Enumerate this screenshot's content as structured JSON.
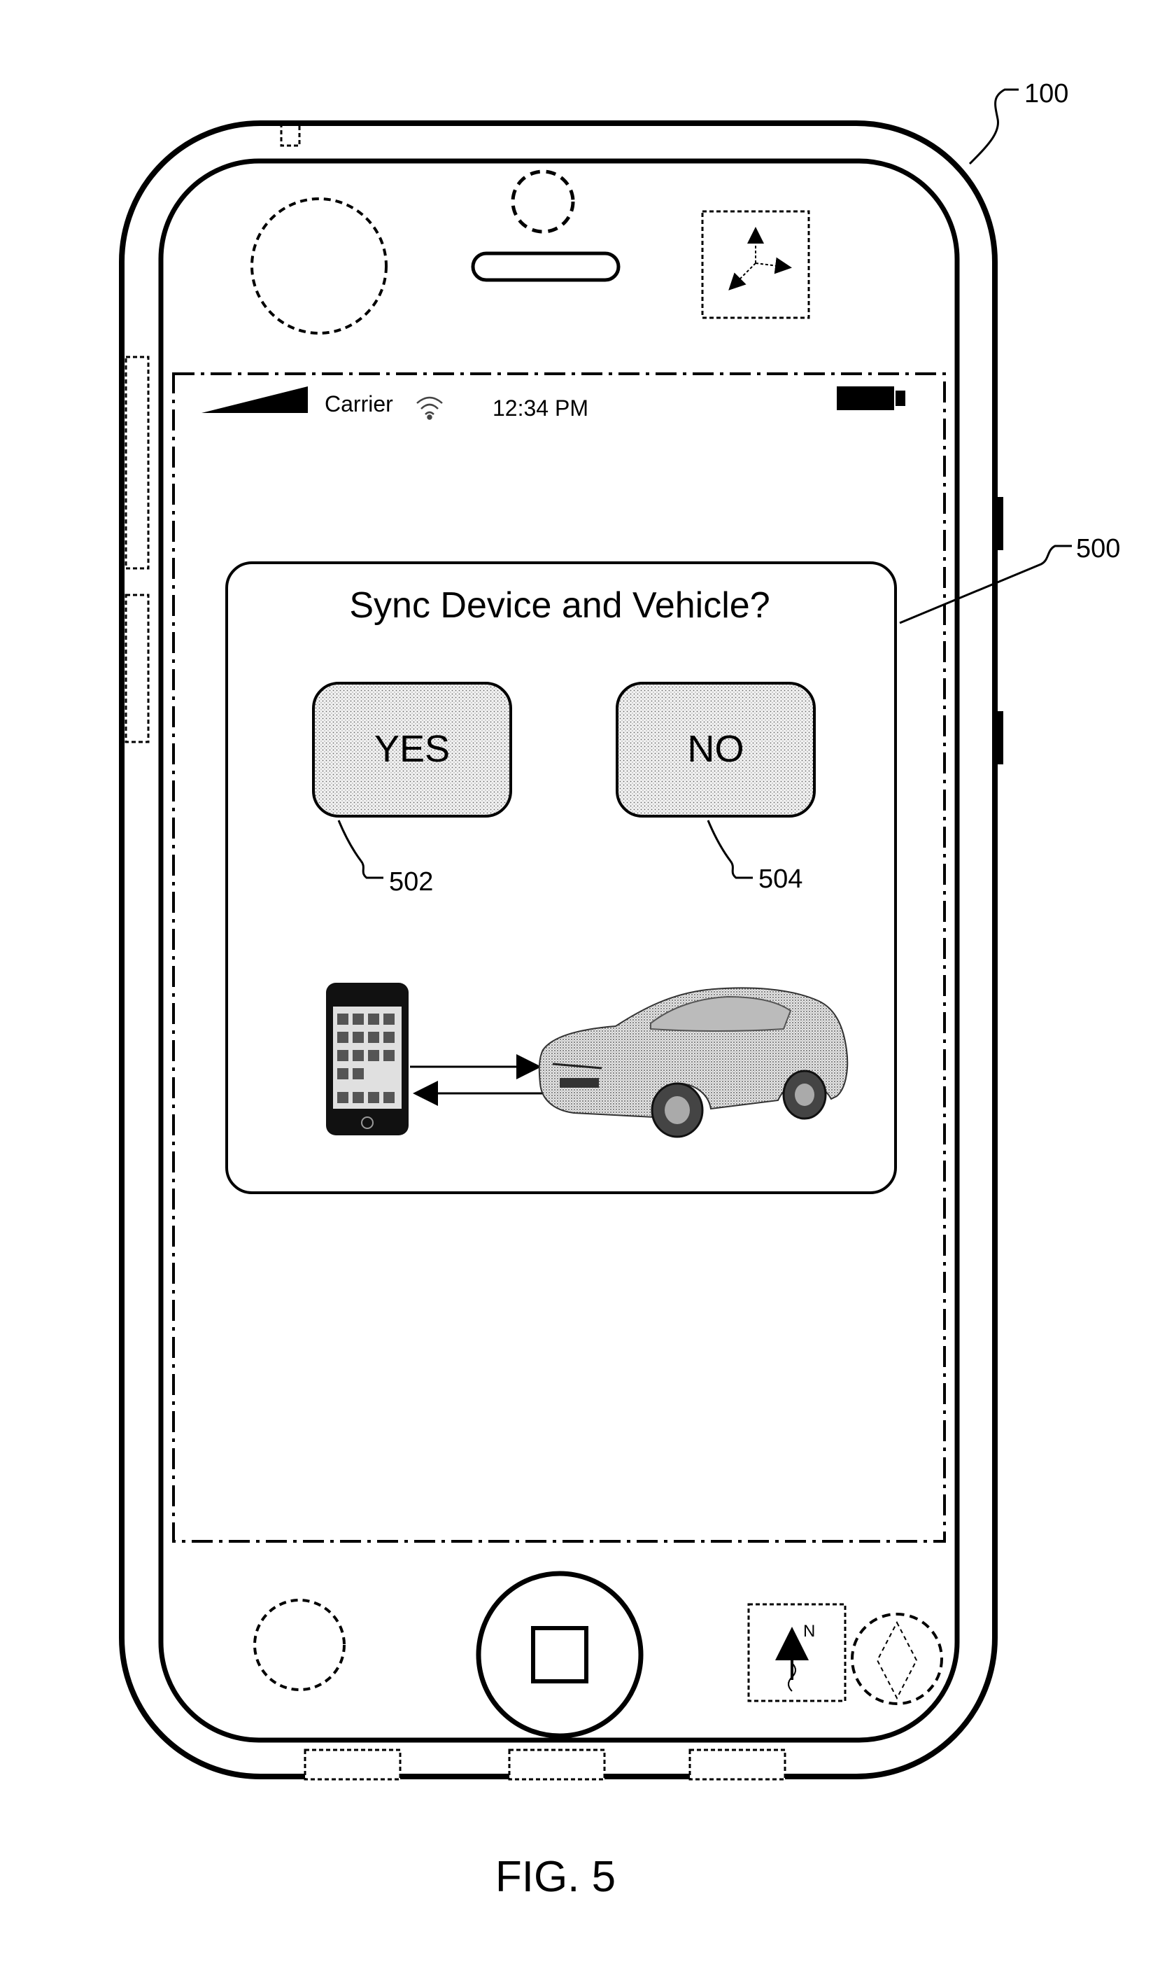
{
  "figure": {
    "caption": "FIG. 5",
    "ref_device": "100",
    "ref_dialog": "500",
    "ref_yes": "502",
    "ref_no": "504"
  },
  "status_bar": {
    "carrier": "Carrier",
    "time": "12:34 PM"
  },
  "dialog": {
    "title": "Sync Device and Vehicle?",
    "yes_label": "YES",
    "no_label": "NO"
  },
  "icons": {
    "signal": "signal-strength-icon",
    "wifi": "wifi-icon",
    "battery": "battery-icon",
    "gyro": "axes-icon",
    "compass": "compass-icon",
    "home": "home-button-icon",
    "phone": "phone-icon",
    "car": "car-icon"
  },
  "colors": {
    "line": "#000000",
    "button_fill": "#d9d9d9",
    "background": "#ffffff"
  }
}
